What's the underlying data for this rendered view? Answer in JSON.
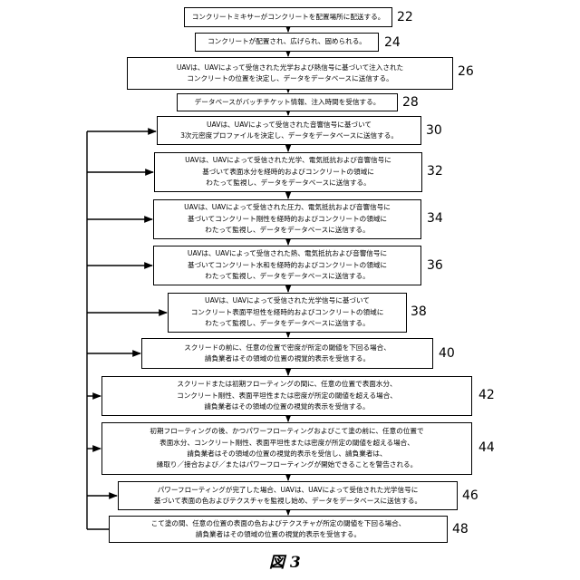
{
  "figure_label": "図 3",
  "steps": [
    {
      "id": "s22",
      "number": "22",
      "lines": [
        "コンクリートミキサーがコンクリートを配置場所に配送する。"
      ]
    },
    {
      "id": "s24",
      "number": "24",
      "lines": [
        "コンクリートが配置され、広げられ、固められる。"
      ]
    },
    {
      "id": "s26",
      "number": "26",
      "lines": [
        "UAVは、UAVによって受信された光学および熱信号に基づいて注入された",
        "コンクリートの位置を決定し、データをデータベースに送信する。"
      ]
    },
    {
      "id": "s28",
      "number": "28",
      "lines": [
        "データベースがバッチチケット情報、注入時間を受信する。"
      ]
    },
    {
      "id": "s30",
      "number": "30",
      "lines": [
        "UAVは、UAVによって受信された音響信号に基づいて",
        "3次元密度プロファイルを決定し、データをデータベースに送信する。"
      ]
    },
    {
      "id": "s32",
      "number": "32",
      "lines": [
        "UAVは、UAVによって受信された光学、電気抵抗および音響信号に",
        "基づいて表面水分を経時的およびコンクリートの領域に",
        "わたって監視し、データをデータベースに送信する。"
      ]
    },
    {
      "id": "s34",
      "number": "34",
      "lines": [
        "UAVは、UAVによって受信された圧力、電気抵抗および音響信号に",
        "基づいてコンクリート剛性を経時的およびコンクリートの領域に",
        "わたって監視し、データをデータベースに送信する。"
      ]
    },
    {
      "id": "s36",
      "number": "36",
      "lines": [
        "UAVは、UAVによって受信された熱、電気抵抗および音響信号に",
        "基づいてコンクリート水和を経時的およびコンクリートの領域に",
        "わたって監視し、データをデータベースに送信する。"
      ]
    },
    {
      "id": "s38",
      "number": "38",
      "lines": [
        "UAVは、UAVによって受信された光学信号に基づいて",
        "コンクリート表面平坦性を経時的およびコンクリートの領域に",
        "わたって監視し、データをデータベースに送信する。"
      ]
    },
    {
      "id": "s40",
      "number": "40",
      "lines": [
        "スクリードの前に、任意の位置で密度が所定の閾値を下回る場合、",
        "請負業者はその領域の位置の視覚的表示を受信する。"
      ]
    },
    {
      "id": "s42",
      "number": "42",
      "lines": [
        "スクリードまたは初期フローティングの間に、任意の位置で表面水分、",
        "コンクリート剛性、表面平坦性または密度が所定の閾値を超える場合、",
        "請負業者はその領域の位置の視覚的表示を受信する。"
      ]
    },
    {
      "id": "s44",
      "number": "44",
      "lines": [
        "初期フローティングの後、かつパワーフローティングおよびこて塗の前に、任意の位置で",
        "表面水分、コンクリート剛性、表面平坦性または密度が所定の閾値を超える場合、",
        "請負業者はその領域の位置の視覚的表示を受信し、請負業者は、",
        "縁取り／接合および／またはパワーフローティングが開始できることを警告される。"
      ]
    },
    {
      "id": "s46",
      "number": "46",
      "lines": [
        "パワーフローティングが完了した場合、UAVは、UAVによって受信された光学信号に",
        "基づいて表面の色およびテクスチャを監視し始め、データをデータベースに送信する。"
      ]
    },
    {
      "id": "s48",
      "number": "48",
      "lines": [
        "こて塗の間、任意の位置の表面の色およびテクスチャが所定の閾値を下回る場合、",
        "請負業者はその領域の位置の視覚的表示を受信する。"
      ]
    }
  ]
}
